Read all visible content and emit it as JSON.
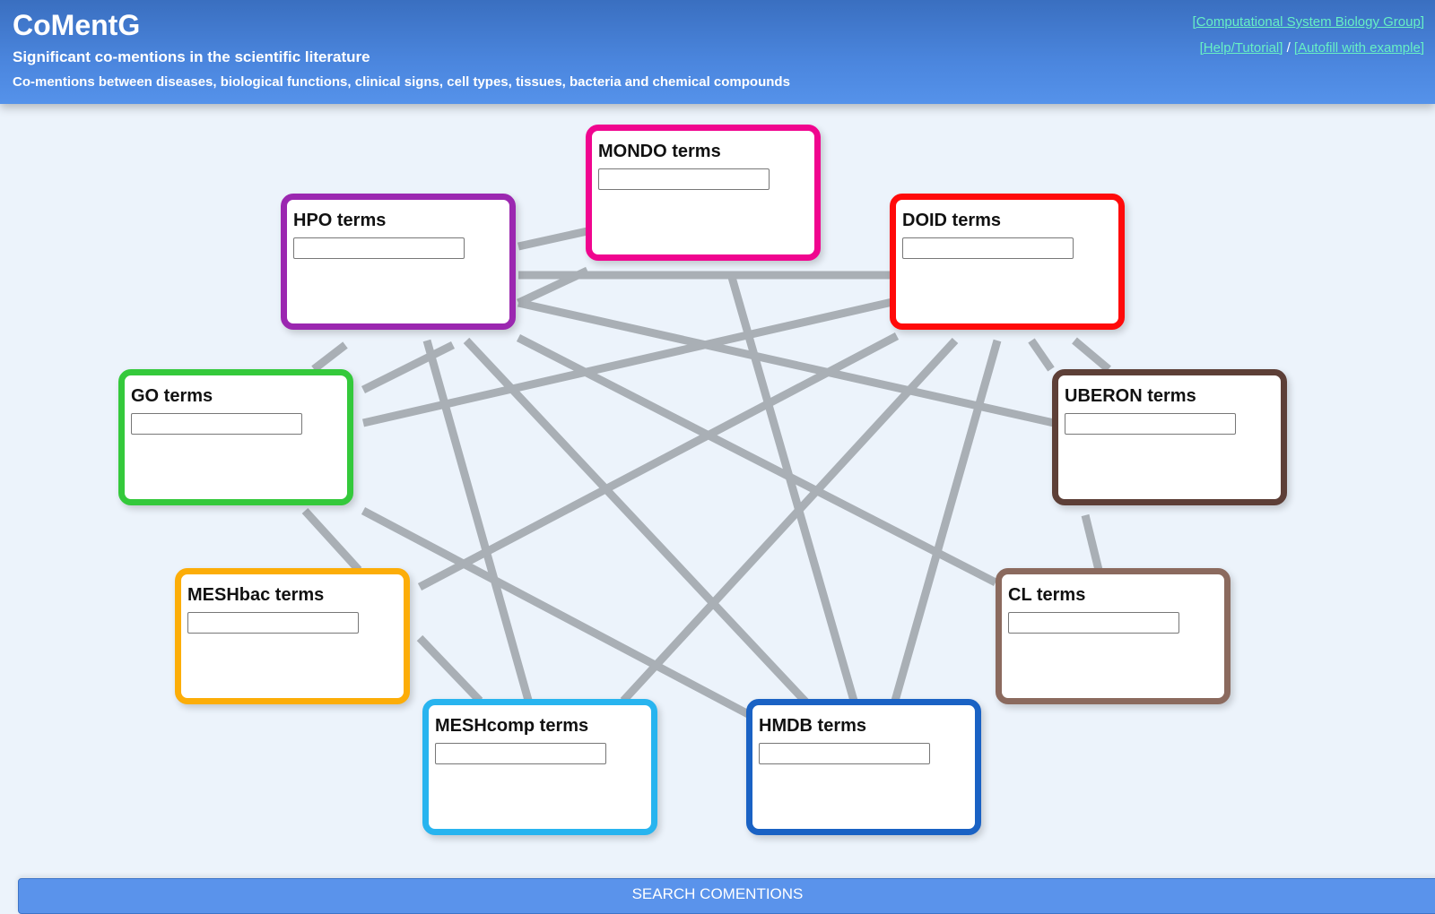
{
  "header": {
    "title": "CoMentG",
    "subtitle": "Significant co-mentions in the scientific literature",
    "description": "Co-mentions between diseases, biological functions, clinical signs, cell types, tissues, bacteria and chemical compounds",
    "links": {
      "group": "[Computational System Biology Group]",
      "help": "[Help/Tutorial]",
      "separator": "/",
      "autofill": "[Autofill with example]"
    }
  },
  "boxes": {
    "mondo": {
      "label": "MONDO terms",
      "color": "#f0058f",
      "value": ""
    },
    "hpo": {
      "label": "HPO terms",
      "color": "#9b27b0",
      "value": ""
    },
    "doid": {
      "label": "DOID terms",
      "color": "#ff0a0a",
      "value": ""
    },
    "go": {
      "label": "GO terms",
      "color": "#34c93b",
      "value": ""
    },
    "uberon": {
      "label": "UBERON terms",
      "color": "#5d3f37",
      "value": ""
    },
    "meshbac": {
      "label": "MESHbac terms",
      "color": "#fcad08",
      "value": ""
    },
    "cl": {
      "label": "CL terms",
      "color": "#8b6a5e",
      "value": ""
    },
    "meshcomp": {
      "label": "MESHcomp terms",
      "color": "#28b4ef",
      "value": ""
    },
    "hmdb": {
      "label": "HMDB terms",
      "color": "#1a62c4",
      "value": ""
    }
  },
  "search_button": {
    "label": "SEARCH COMENTIONS"
  }
}
